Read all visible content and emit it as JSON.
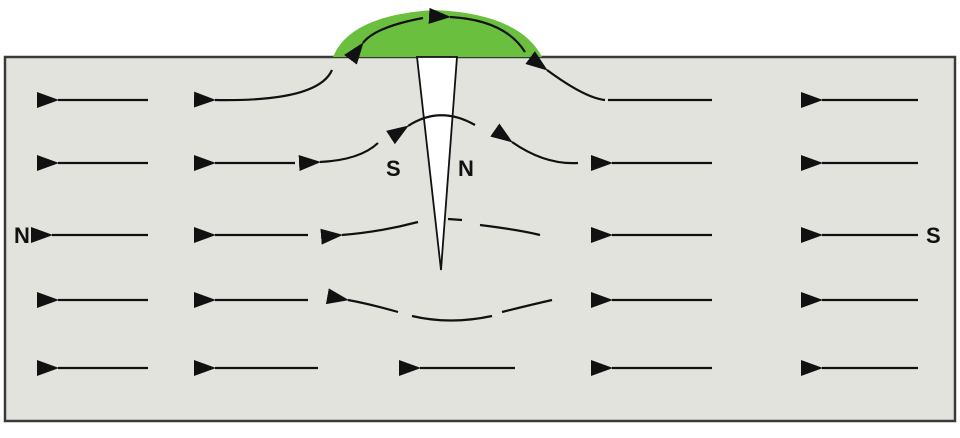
{
  "diagram": {
    "labels": {
      "left_pole": "N",
      "right_pole": "S",
      "crack_left_pole": "S",
      "crack_right_pole": "N"
    },
    "colors": {
      "specimen_fill": "#e3e3de",
      "specimen_stroke": "#3a3a3a",
      "particle_indication": "#6abf3f",
      "crack_fill": "#ffffff",
      "flux_line": "#111111"
    }
  }
}
